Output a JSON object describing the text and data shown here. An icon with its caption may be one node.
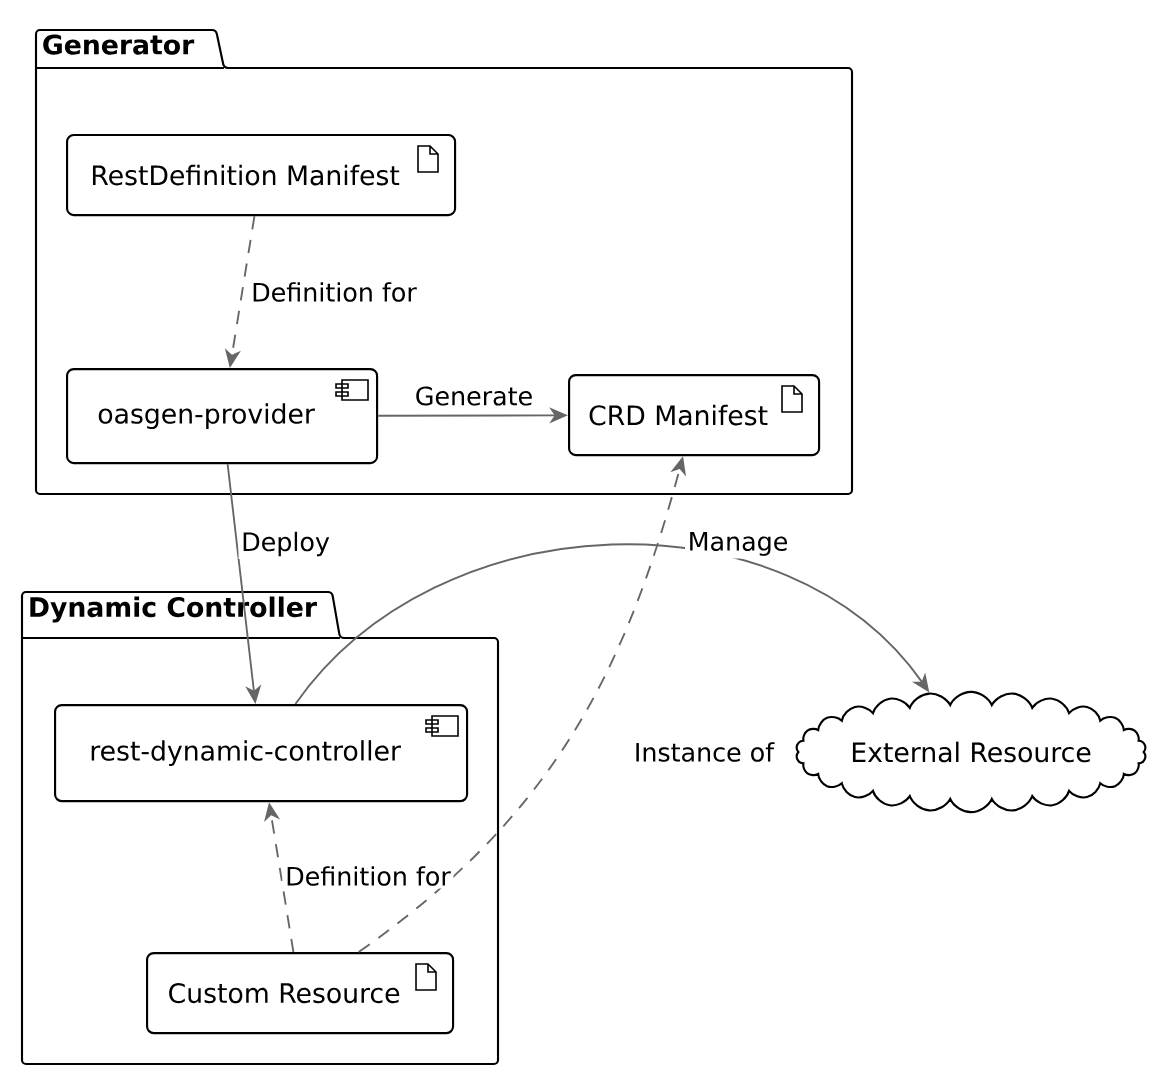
{
  "diagram": {
    "nodes": [
      {
        "text": [
          "Generator"
        ]
      },
      {
        "text": [
          "RestDefinition Manifest"
        ],
        "in": 0
      },
      {
        "text": [
          "oasgen-provider"
        ],
        "in": 0
      },
      {
        "text": [
          "CRD Manifest"
        ],
        "in": 0
      },
      {
        "text": [
          "Dynamic Controller"
        ]
      },
      {
        "text": [
          "rest-dynamic-controller"
        ],
        "in": 4
      },
      {
        "text": [
          "Custom Resource"
        ],
        "in": 4
      },
      {
        "text": [
          "External Resource"
        ]
      }
    ],
    "edges": [
      {
        "from": 1,
        "to": 2,
        "arrow": "to",
        "label": "Definition for",
        "style": "dashed"
      },
      {
        "from": 2,
        "to": 3,
        "arrow": "to",
        "label": "Generate"
      },
      {
        "from": 2,
        "to": 5,
        "arrow": "to",
        "label": "Deploy"
      },
      {
        "from": 5,
        "to": 7,
        "arrow": "to",
        "label": "Manage"
      },
      {
        "from": 6,
        "to": 3,
        "arrow": "to",
        "label": "Instance of",
        "style": "dashed"
      },
      {
        "from": 6,
        "to": 5,
        "arrow": "to",
        "label": "Definition for",
        "style": "dashed"
      }
    ]
  }
}
